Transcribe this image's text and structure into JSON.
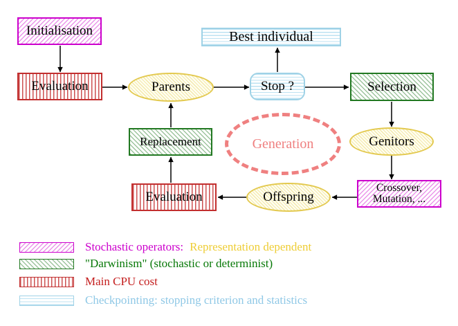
{
  "nodes": {
    "initialisation": {
      "label": "Initialisation"
    },
    "evaluation_top": {
      "label": "Evaluation"
    },
    "parents": {
      "label": "Parents"
    },
    "best_individual": {
      "label": "Best individual"
    },
    "stop": {
      "label": "Stop ?"
    },
    "selection": {
      "label": "Selection"
    },
    "genitors": {
      "label": "Genitors"
    },
    "crossover_mutation": {
      "line1": "Crossover,",
      "line2": "Mutation, ..."
    },
    "offspring": {
      "label": "Offspring"
    },
    "evaluation_bottom": {
      "label": "Evaluation"
    },
    "replacement": {
      "label": "Replacement"
    },
    "generation": {
      "label": "Generation"
    }
  },
  "legend": [
    {
      "primary": "Stochastic operators:",
      "secondary": "Representation dependent"
    },
    {
      "primary": "\"Darwinism\" (stochastic or determinist)"
    },
    {
      "primary": "Main CPU cost"
    },
    {
      "primary": "Checkpointing: stopping criterion and statistics"
    }
  ],
  "colors": {
    "magenta": "#cc00cc",
    "magenta_hatch": "#ea96ea",
    "red": "#c22e2e",
    "red_stripe": "#cc5050",
    "green": "#217821",
    "green_hatch": "#9dc49d",
    "gold": "#e3c94f",
    "gold_hatch": "#f3e9ac",
    "cyan": "#9fd2e6",
    "cyan_stripe": "#bce2f2",
    "salmon": "#ef8080",
    "legend_gold_text": "#eecd35",
    "legend_green_text": "#067806",
    "legend_red_text": "#c41e1e",
    "legend_blue_text": "#8fc8e6",
    "arrow": "#000000"
  }
}
